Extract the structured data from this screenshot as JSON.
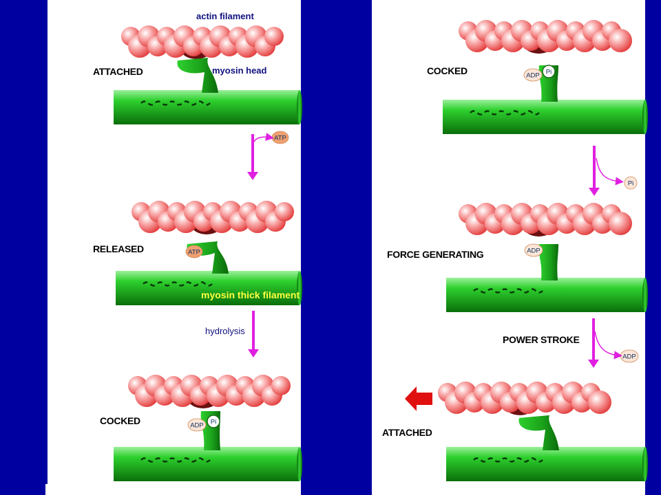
{
  "colors": {
    "background": "#0000a0",
    "panel": "#ffffff",
    "actin": "#f05a5a",
    "myosin": "#22bb22",
    "arrow": "#e020e0",
    "atp_badge": "#f0a070",
    "adp_badge": "#fbe6d8",
    "big_arrow": "#e01010"
  },
  "labels": {
    "actin_filament": "actin filament",
    "myosin_head": "myosin head",
    "myosin_thick_filament": "myosin thick filament",
    "hydrolysis": "hydrolysis",
    "power_stroke": "POWER STROKE"
  },
  "stages": {
    "left_attached": "ATTACHED",
    "left_released": "RELEASED",
    "left_cocked": "COCKED",
    "right_cocked": "COCKED",
    "right_force": "FORCE GENERATING",
    "right_attached": "ATTACHED"
  },
  "badges": {
    "atp": "ATP",
    "adp": "ADP",
    "pi": "Pi"
  }
}
